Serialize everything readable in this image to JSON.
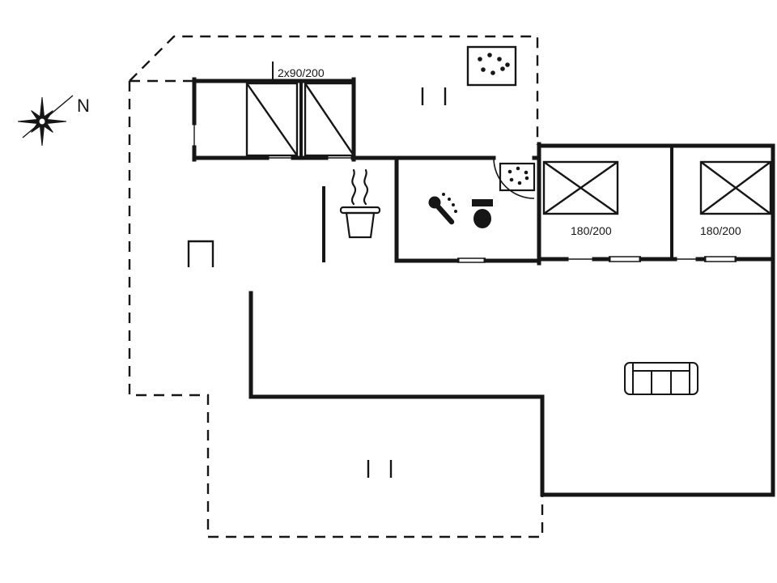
{
  "plan": {
    "title": "holiday-house-floor-plan",
    "north_label": "N",
    "bunk_room_bed_size": "2x90/200",
    "bedroom_left_bed_size": "180/200",
    "bedroom_right_bed_size": "180/200"
  },
  "colors": {
    "line": "#161616",
    "background": "#ffffff"
  },
  "icons": {
    "compass": "compass-rose-icon",
    "bunk_beds": "single-bed-icon",
    "hob": "hob-burners-icon",
    "skylight": "skylight-window-icon",
    "washbasin": "washbasin-icon",
    "shower": "shower-icon",
    "toilet": "toilet-icon",
    "cooking_pot": "pot-steam-icon",
    "double_bed": "double-bed-icon",
    "sofa": "sofa-icon",
    "terrace_chair": "terrace-chair-icon",
    "door_swing": "door-arc-icon"
  }
}
